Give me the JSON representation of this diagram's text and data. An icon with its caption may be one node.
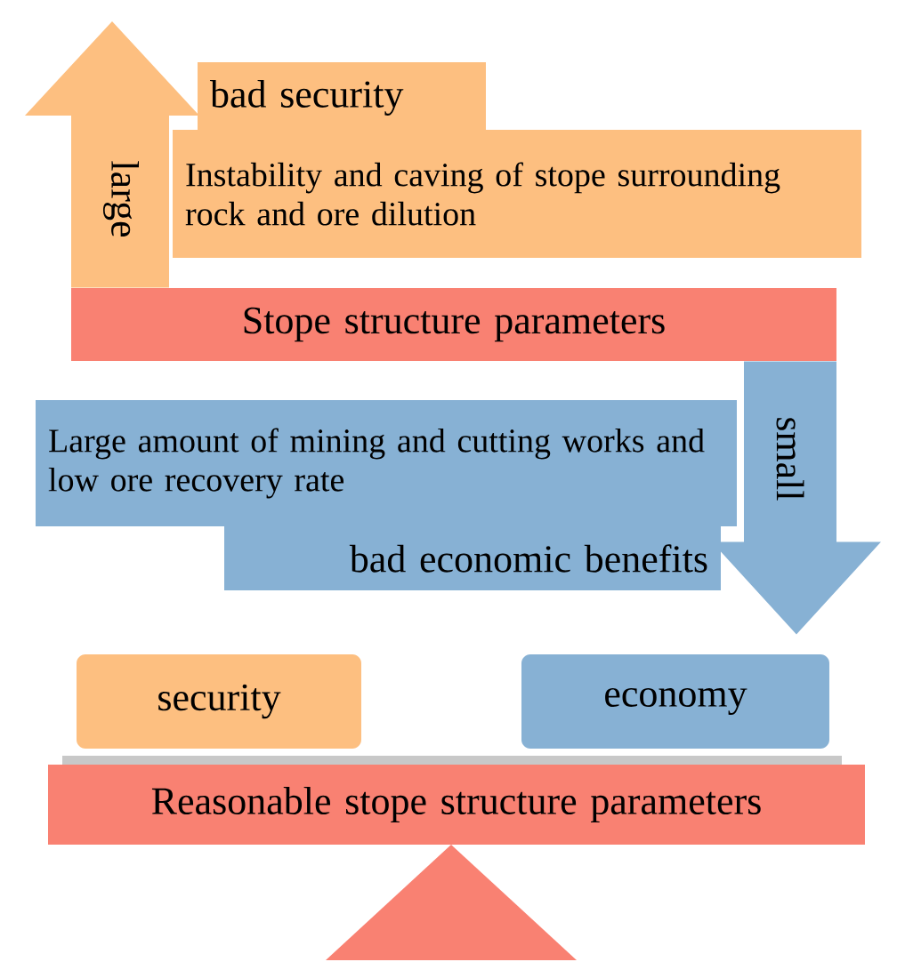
{
  "diagram": {
    "nodes": [
      {
        "text": [
          "bad security"
        ]
      },
      {
        "text": [
          "Instability and caving of stope surrounding rock and ore dilution"
        ]
      },
      {
        "text": [
          "Stope structure parameters"
        ]
      },
      {
        "text": [
          "Large amount of mining and cutting works and low ore recovery rate"
        ]
      },
      {
        "text": [
          "bad economic benefits"
        ]
      },
      {
        "text": [
          "security"
        ]
      },
      {
        "text": [
          "economy"
        ]
      },
      {
        "text": [
          "Reasonable stope structure parameters"
        ]
      },
      {
        "text": [],
        "shape": "triangle"
      }
    ],
    "edges": [
      {
        "from": 2,
        "to": null,
        "arrow": "to",
        "label": "large",
        "color": "#fdbf80"
      },
      {
        "from": 2,
        "to": 6,
        "arrow": "to",
        "label": "small",
        "color": "#87b1d4"
      }
    ]
  }
}
